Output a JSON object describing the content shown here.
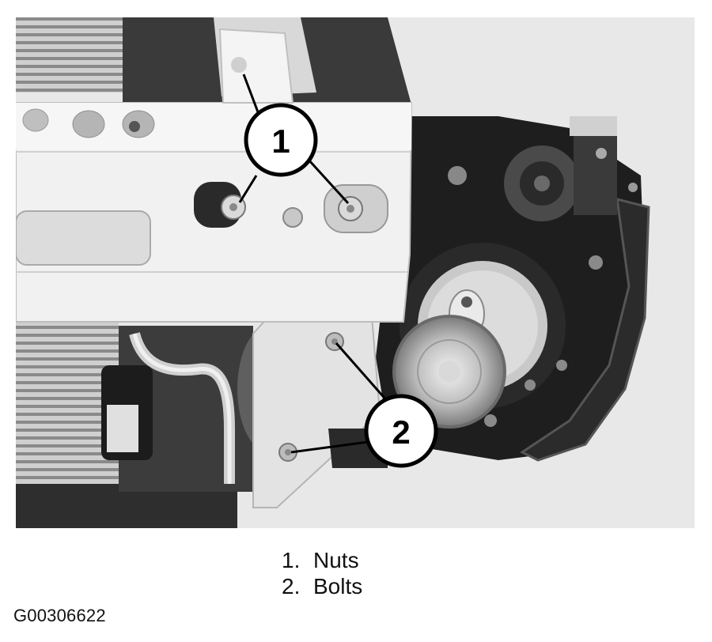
{
  "figure": {
    "callouts": [
      {
        "number": "1"
      },
      {
        "number": "2"
      }
    ]
  },
  "legend": {
    "items": [
      {
        "number": "1.",
        "label": "Nuts"
      },
      {
        "number": "2.",
        "label": "Bolts"
      }
    ]
  },
  "figure_id": "G00306622"
}
